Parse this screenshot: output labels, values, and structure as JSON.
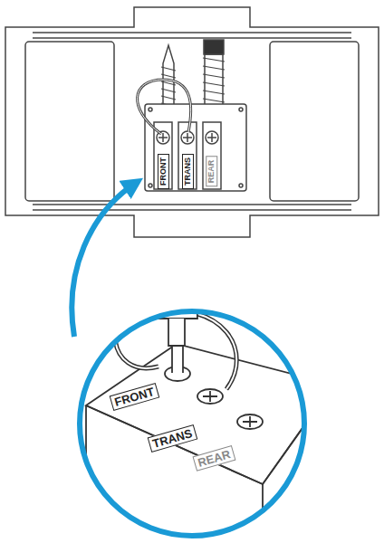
{
  "diagram": {
    "labels": [
      "FRONT",
      "TRANS",
      "REAR",
      "FRONT",
      "TRANS",
      "REAR"
    ]
  }
}
